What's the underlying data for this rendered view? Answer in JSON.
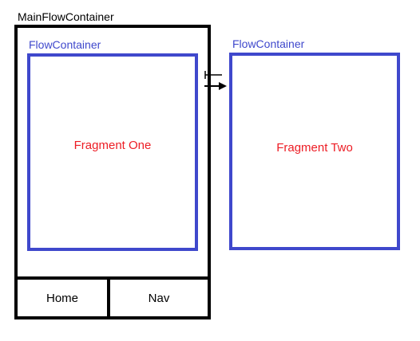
{
  "main_container": {
    "label": "MainFlowContainer"
  },
  "left_flow": {
    "label": "FlowContainer",
    "fragment": "Fragment One"
  },
  "right_flow": {
    "label": "FlowContainer",
    "fragment": "Fragment Two"
  },
  "nav_bar": {
    "home": "Home",
    "nav": "Nav"
  },
  "colors": {
    "container_border": "#000000",
    "flow_border": "#3f48cc",
    "fragment_text": "#ed1c24",
    "flow_label": "#3f48cc"
  },
  "icons": {
    "transition": "arrow-right-icon"
  }
}
